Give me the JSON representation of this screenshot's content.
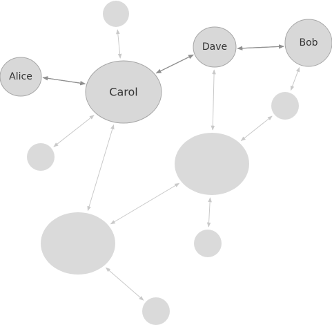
{
  "diagram": {
    "type": "network-graph",
    "nodes": [
      {
        "id": "carol",
        "label": "Carol"
      },
      {
        "id": "dave",
        "label": "Dave"
      },
      {
        "id": "bob",
        "label": "Bob"
      },
      {
        "id": "alice",
        "label": "Alice"
      },
      {
        "id": "n-top",
        "label": ""
      },
      {
        "id": "n-bob-below",
        "label": ""
      },
      {
        "id": "n-left",
        "label": ""
      },
      {
        "id": "n-center",
        "label": ""
      },
      {
        "id": "n-bottom-left",
        "label": ""
      },
      {
        "id": "n-center-below",
        "label": ""
      },
      {
        "id": "n-bottom",
        "label": ""
      }
    ],
    "edges": [
      {
        "from": "alice",
        "to": "carol",
        "style": "dark",
        "direction": "forward"
      },
      {
        "from": "carol",
        "to": "alice",
        "style": "dark",
        "direction": "forward"
      },
      {
        "from": "carol",
        "to": "dave",
        "style": "dark",
        "direction": "forward"
      },
      {
        "from": "dave",
        "to": "carol",
        "style": "dark",
        "direction": "forward"
      },
      {
        "from": "dave",
        "to": "bob",
        "style": "dark",
        "direction": "forward"
      },
      {
        "from": "bob",
        "to": "dave",
        "style": "dark",
        "direction": "forward"
      },
      {
        "from": "carol",
        "to": "n-top",
        "style": "light",
        "direction": "both"
      },
      {
        "from": "carol",
        "to": "n-left",
        "style": "light",
        "direction": "both"
      },
      {
        "from": "carol",
        "to": "n-bottom-left",
        "style": "light",
        "direction": "both"
      },
      {
        "from": "dave",
        "to": "n-center",
        "style": "light",
        "direction": "both"
      },
      {
        "from": "bob",
        "to": "n-bob-below",
        "style": "light",
        "direction": "both"
      },
      {
        "from": "n-bob-below",
        "to": "n-center",
        "style": "light",
        "direction": "both"
      },
      {
        "from": "n-center",
        "to": "n-bottom-left",
        "style": "light",
        "direction": "both"
      },
      {
        "from": "n-center",
        "to": "n-center-below",
        "style": "light",
        "direction": "both"
      },
      {
        "from": "n-bottom-left",
        "to": "n-bottom",
        "style": "light",
        "direction": "both"
      }
    ],
    "colors": {
      "node_fill": "#d8d8d8",
      "node_stroke": "#a6a6a6",
      "edge_dark": "#8f8f8f",
      "edge_light": "#c9c9c9",
      "label": "#333333"
    }
  }
}
